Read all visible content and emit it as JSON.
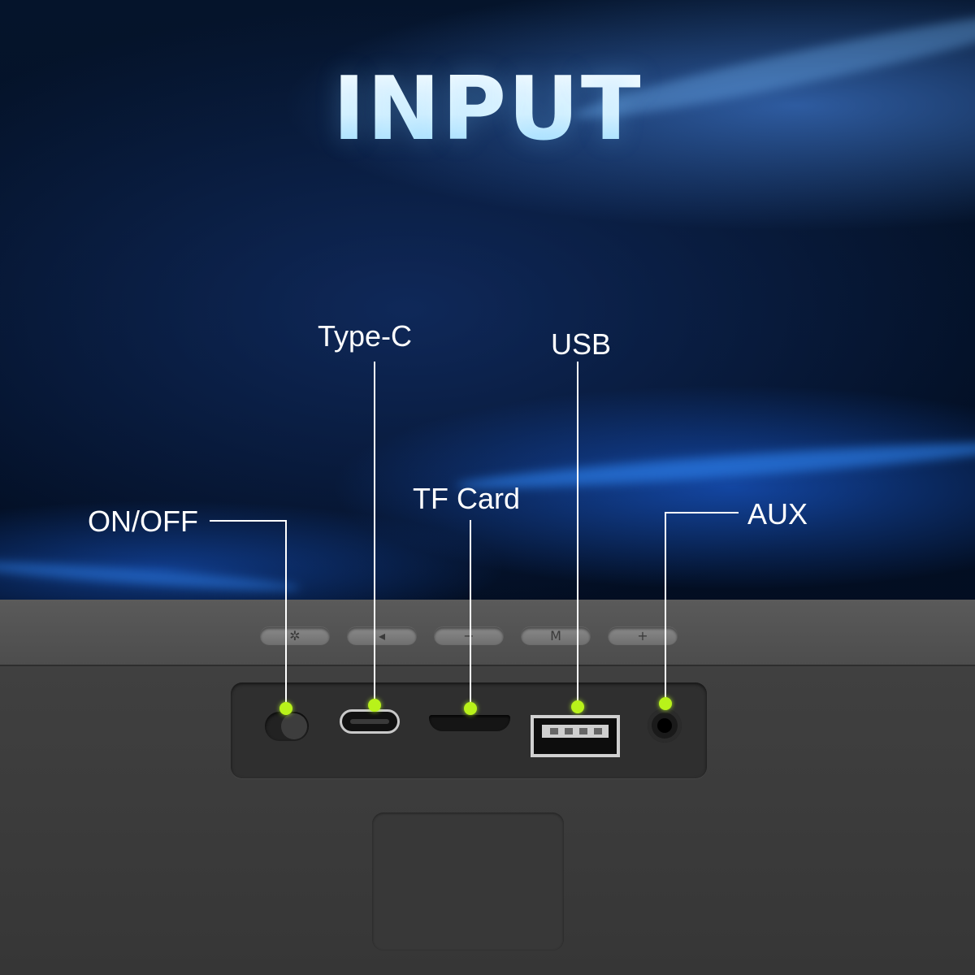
{
  "title": "INPUT",
  "callouts": {
    "on_off": "ON/OFF",
    "type_c": "Type-C",
    "tf_card": "TF Card",
    "usb": "USB",
    "aux": "AUX"
  },
  "buttons": [
    {
      "icon": "bluetooth-icon",
      "glyph": "✲"
    },
    {
      "icon": "play-pause-icon",
      "glyph": "◂"
    },
    {
      "icon": "minus-icon",
      "glyph": "−"
    },
    {
      "icon": "mode-icon",
      "glyph": "M"
    },
    {
      "icon": "plus-icon",
      "glyph": "+"
    }
  ],
  "colors": {
    "callout_dot": "#b8f21a",
    "label_text": "#ffffff",
    "background": "#031026",
    "speaker_body": "#3b3b3b"
  }
}
